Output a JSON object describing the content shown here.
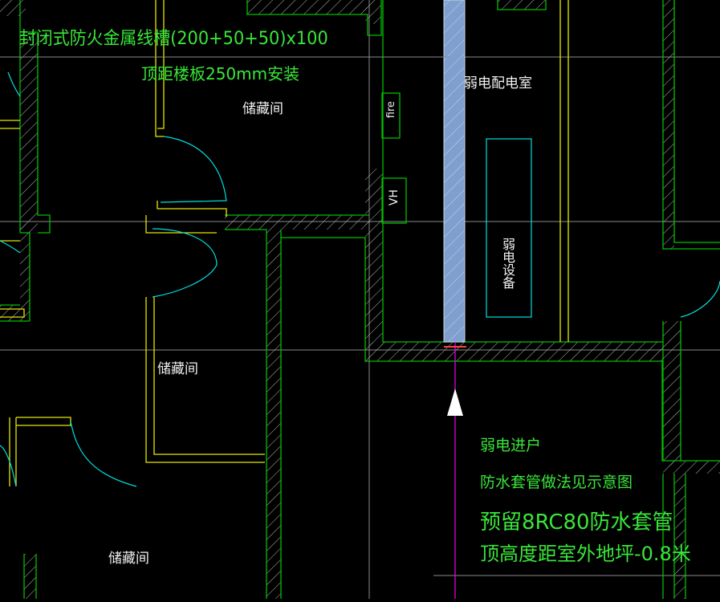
{
  "labels": {
    "tray_spec": "封闭式防火金属线槽(200+50+50)x100",
    "tray_height": "顶距楼板250mm安装",
    "storage_1": "储藏间",
    "storage_2": "储藏间",
    "storage_3": "储藏间",
    "low_voltage_room": "弱电配电室",
    "fire": "fire",
    "vh": "VH",
    "equipment": "弱电设备"
  },
  "notes": {
    "line1": "弱电进户",
    "line2": "防水套管做法见示意图",
    "line3": "预留8RC80防水套管",
    "line4": "顶高度距室外地坪-0.8米"
  },
  "colors": {
    "wall": "#00c000",
    "door": "#e6e600",
    "swing": "#00e0e0",
    "text_green": "#39e639",
    "tray": "#7f9fcf",
    "axis": "#8a8a8a",
    "riser": "#e000e0"
  }
}
